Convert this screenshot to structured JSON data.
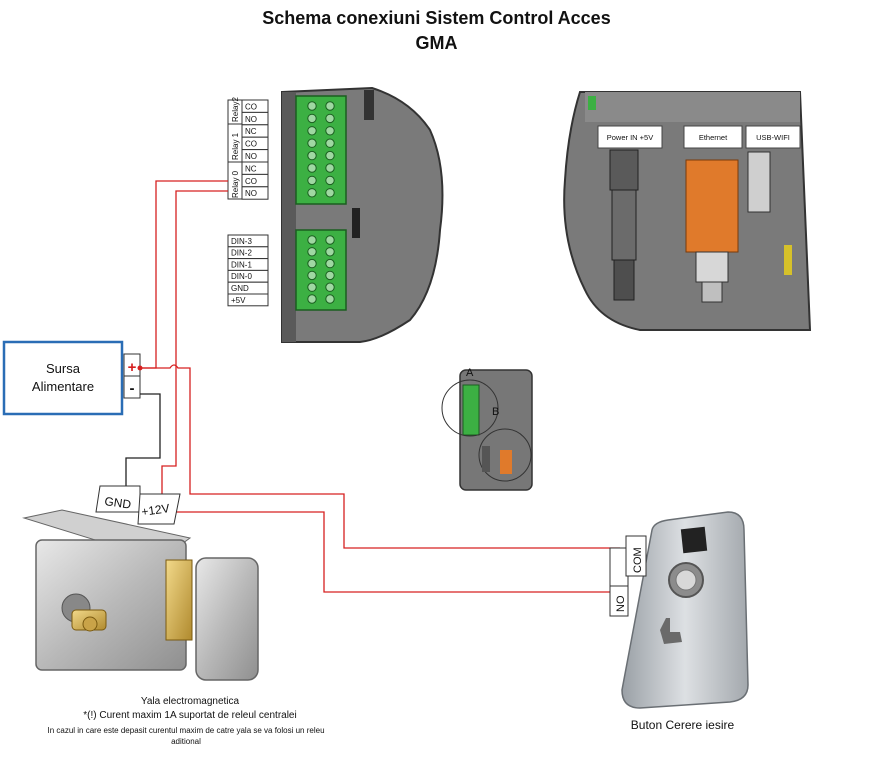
{
  "title_line1": "Schema conexiuni Sistem Control Acces",
  "title_line2": "GMA",
  "controller": {
    "relay_groups": [
      "Relay2",
      "Relay 1",
      "Relay 0"
    ],
    "relay_terminals": [
      "CO",
      "NO",
      "NC",
      "CO",
      "NO",
      "NC",
      "CO",
      "NO"
    ],
    "input_terminals": [
      "DIN-3",
      "DIN-2",
      "DIN-1",
      "DIN-0",
      "GND",
      "+5V"
    ]
  },
  "ports": {
    "power": "Power IN +5V",
    "ethernet": "Ethernet",
    "usb": "USB-WIFI"
  },
  "overview": {
    "label_a": "A",
    "label_b": "B"
  },
  "power_supply": {
    "line1": "Sursa",
    "line2": "Alimentare",
    "plus": "+",
    "minus": "-"
  },
  "lock": {
    "gnd": "GND",
    "v12": "+12V",
    "caption1": "Yala electromagnetica",
    "caption2": "*(!) Curent maxim 1A suportat de releul centralei",
    "caption3": "In cazul in care este depasit curentul maxim de catre yala se va folosi un releu",
    "caption4": "aditional"
  },
  "button": {
    "com": "COM",
    "no": "NO",
    "caption": "Buton Cerere iesire"
  },
  "colors": {
    "wire_red": "#d62020",
    "wire_black": "#222222",
    "terminal_green": "#3cb043",
    "box_blue": "#2a6db5",
    "device_gray": "#7c7c7c"
  }
}
